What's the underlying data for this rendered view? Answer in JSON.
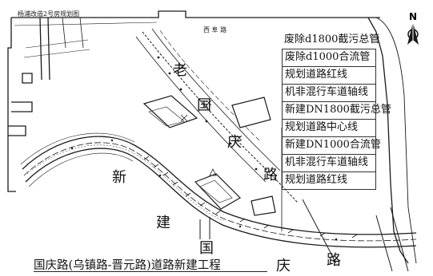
{
  "map": {
    "road_name_chars": {
      "laoguoqing": [
        "老",
        "国",
        "庆",
        "路"
      ],
      "xinjian_guoqing": [
        "新",
        "建",
        "国",
        "庆",
        "路"
      ]
    },
    "compass_label": "N",
    "legend": [
      "废除d1800截污总管",
      "废除d1000合流管",
      "规划道路红线",
      "机非混行车道轴线",
      "新建DN1800截污总管",
      "规划道路中心线",
      "新建DN1000合流管",
      "机非混行车道轴线",
      "规划道路红线"
    ],
    "project_title": "国庆路(乌镇路-晋元路)道路新建工程",
    "top_left_label": "杨浦改造2号房规划图",
    "street_label": "西 阜 路",
    "colors": {
      "line": "#1a1a1a",
      "background": "#ffffff"
    }
  }
}
